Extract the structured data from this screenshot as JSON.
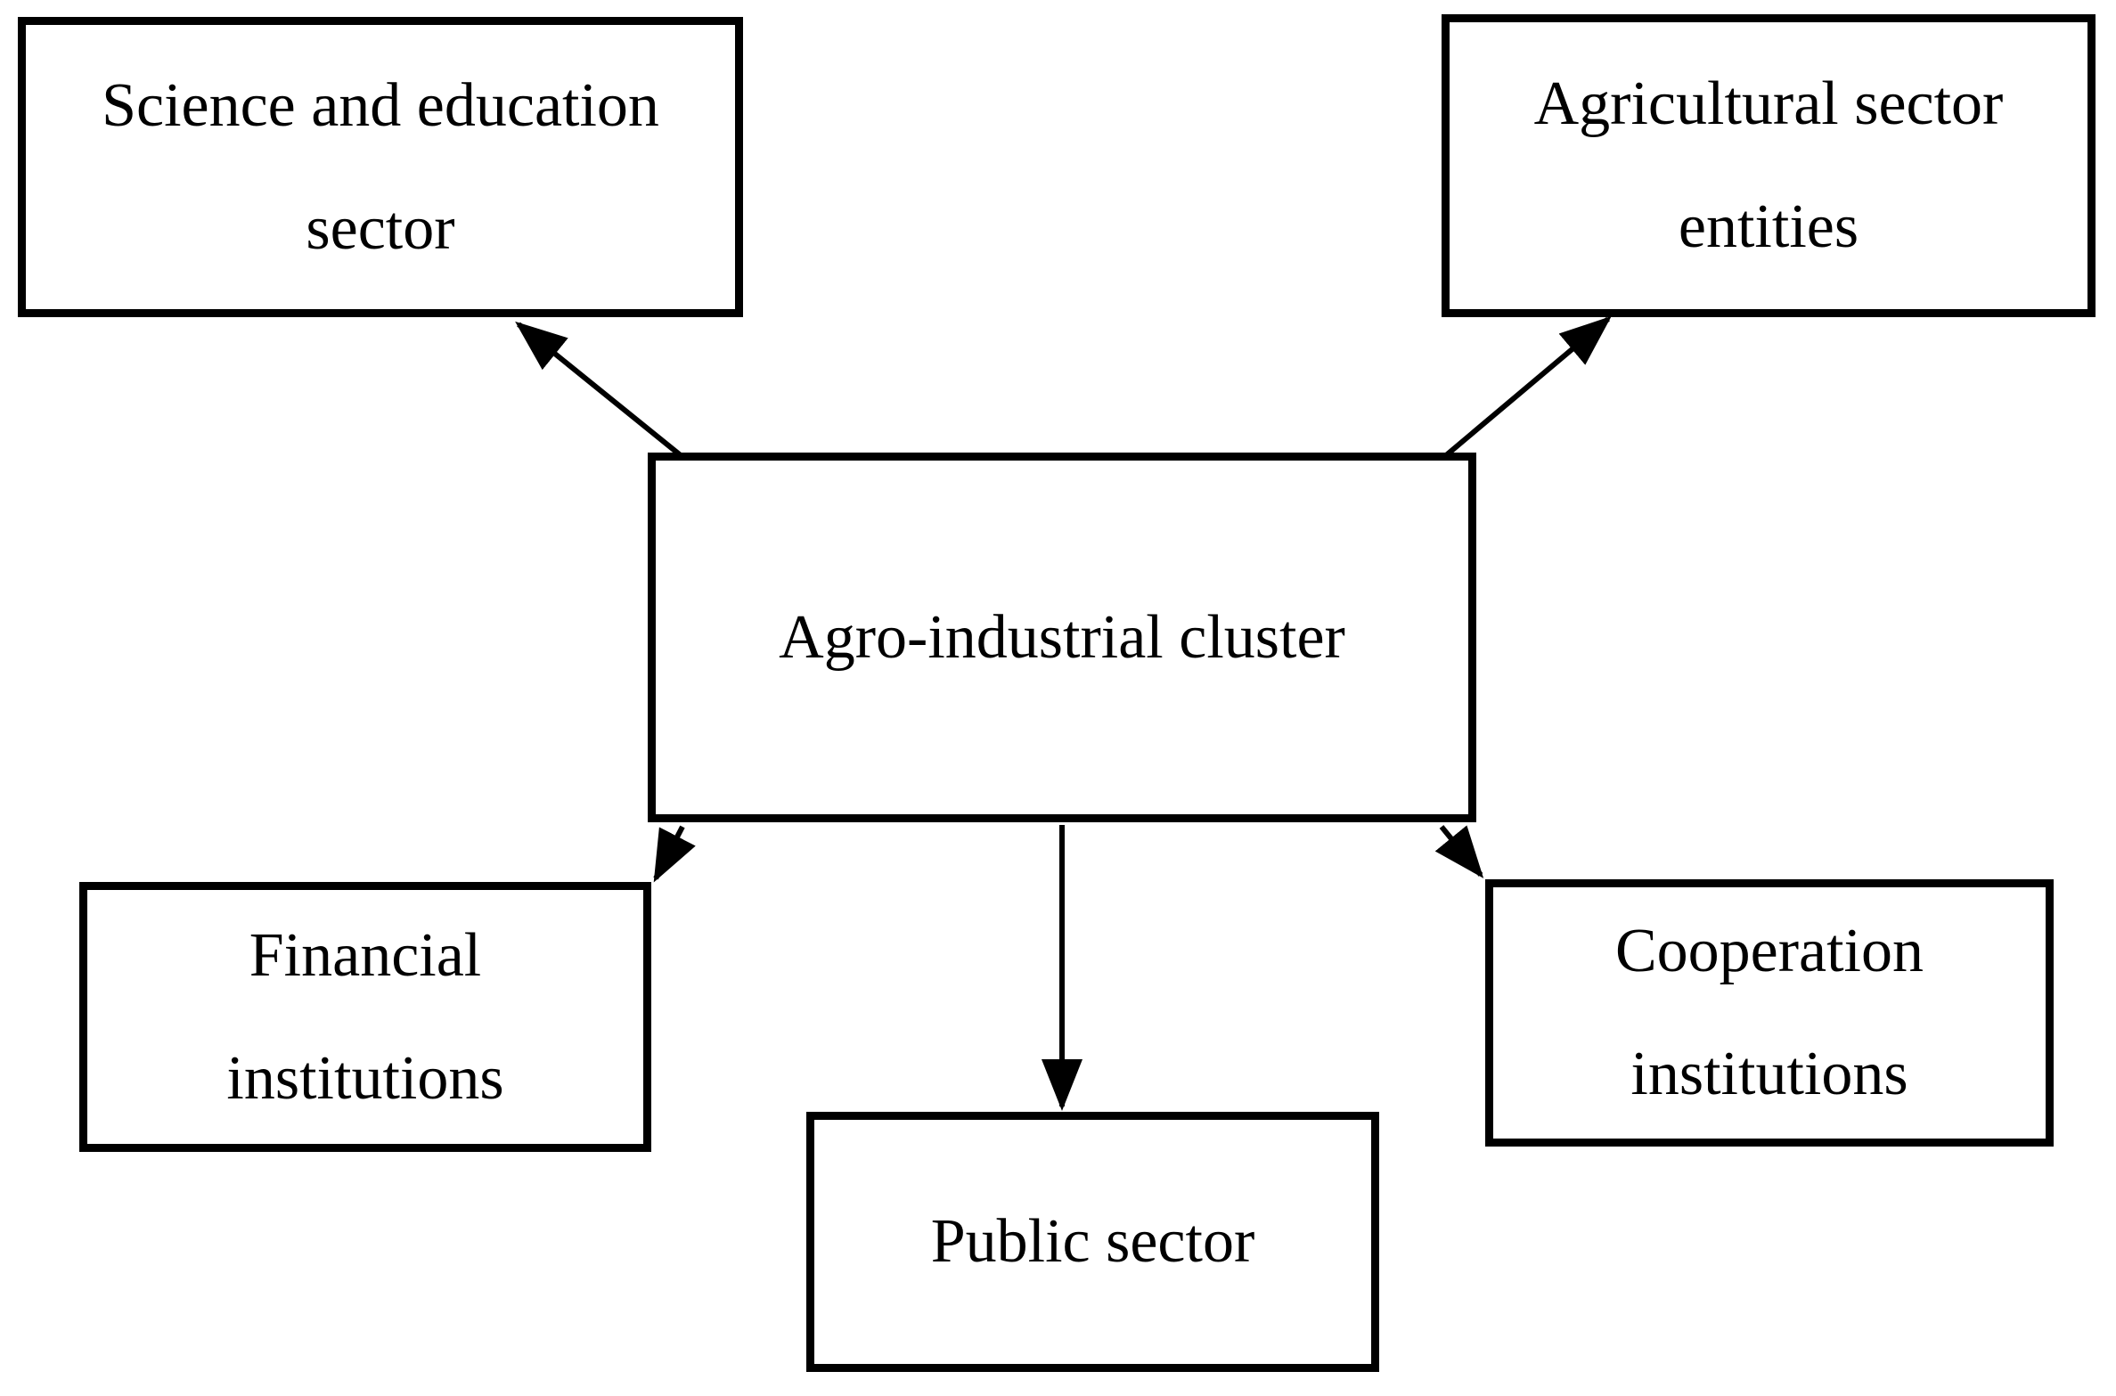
{
  "diagram": {
    "background_color": "#ffffff",
    "line_color": "#000000",
    "nodes": {
      "center": {
        "lines": [
          "Agro-industrial cluster"
        ]
      },
      "science": {
        "lines": [
          "Science and education",
          "sector"
        ]
      },
      "agricultural": {
        "lines": [
          "Agricultural sector",
          "entities"
        ]
      },
      "financial": {
        "lines": [
          "Financial",
          "institutions"
        ]
      },
      "public_sector": {
        "lines": [
          "Public sector"
        ]
      },
      "cooperation": {
        "lines": [
          "Cooperation",
          "institutions"
        ]
      }
    },
    "edges": [
      {
        "from": "Agro-industrial cluster",
        "to": "Science and education sector",
        "direction": "up-left",
        "arrowhead": "solid-triangle"
      },
      {
        "from": "Agro-industrial cluster",
        "to": "Agricultural sector entities",
        "direction": "up-right",
        "arrowhead": "solid-triangle"
      },
      {
        "from": "Agro-industrial cluster",
        "to": "Financial institutions",
        "direction": "down-left",
        "arrowhead": "solid-triangle"
      },
      {
        "from": "Agro-industrial cluster",
        "to": "Public sector",
        "direction": "down",
        "arrowhead": "solid-triangle"
      },
      {
        "from": "Agro-industrial cluster",
        "to": "Cooperation institutions",
        "direction": "down-right",
        "arrowhead": "solid-triangle"
      }
    ]
  }
}
